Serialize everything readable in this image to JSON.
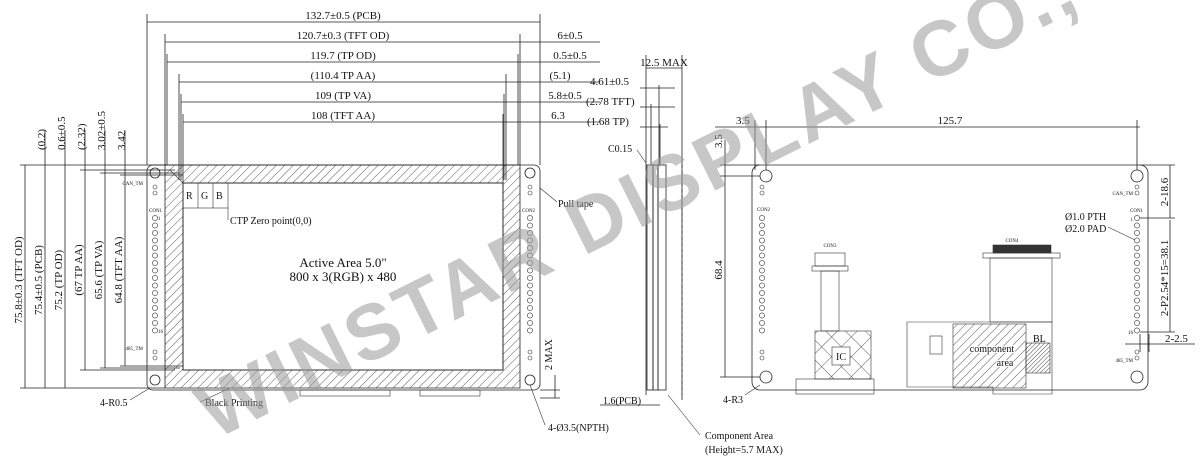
{
  "front_view": {
    "top_dims": [
      "132.7±0.5 (PCB)",
      "120.7±0.3 (TFT OD)",
      "119.7 (TP OD)",
      "(110.4 TP AA)",
      "109 (TP VA)",
      "108 (TFT AA)"
    ],
    "right_dims": [
      "6±0.5",
      "0.5±0.5",
      "(5.1)",
      "5.8±0.5",
      "6.3"
    ],
    "left_top_dims": [
      "(0.2)",
      "0.6±0.5",
      "(2.32)",
      "3.02±0.5",
      "3.42"
    ],
    "left_dims": [
      "75.8±0.3 (TFT OD)",
      "75.4±0.5 (PCB)",
      "75.2 (TP OD)",
      "(67 TP AA)",
      "65.6 (TP VA)",
      "64.8 (TFT AA)"
    ],
    "active_area": "Active Area 5.0\"",
    "resolution": "800 x 3(RGB) x 480",
    "rgb": [
      "R",
      "G",
      "B"
    ],
    "ctp_zero": "CTP Zero point(0,0)",
    "pull_tape": "Pull tape",
    "corner_radius": "4-R0.5",
    "black_printing": "Black Printing",
    "holes": "4-Ø3.5(NPTH)",
    "max_2": "2 MAX",
    "can_tm": "CAN_TM",
    "con1": "CON1",
    "con2": "CON2",
    "tm485": "485_TM",
    "pin1": "1",
    "pin16": "16"
  },
  "side_view": {
    "max_thickness": "12.5 MAX",
    "dims": [
      "4.61±0.5",
      "(2.78 TFT)",
      "(1.68 TP)"
    ],
    "chamfer": "C0.15",
    "pcb": "1.6(PCB)",
    "component_area": "Component Area",
    "component_height": "(Height=5.7 MAX)"
  },
  "back_view": {
    "dim_left": "3.5",
    "dim_width": "125.7",
    "dim_top": "3.5",
    "dim_height": "68.4",
    "dim_1": "2-18.6",
    "dim_pitch": "2-P2.54*15=38.1",
    "dim_2": "2-2.5",
    "pth": "Ø1.0 PTH",
    "pad": "Ø2.0 PAD",
    "corner": "4-R3",
    "con3": "CON3",
    "con4": "CON4",
    "ic": "IC",
    "component": "component",
    "area": "area",
    "bl": "BL",
    "can_tm": "CAN_TM",
    "con1": "CON1",
    "con2": "CON2",
    "tm485": "485_TM",
    "pin1": "1",
    "pin16": "16"
  },
  "watermark": "WINSTAR DISPLAY CO., LTD."
}
